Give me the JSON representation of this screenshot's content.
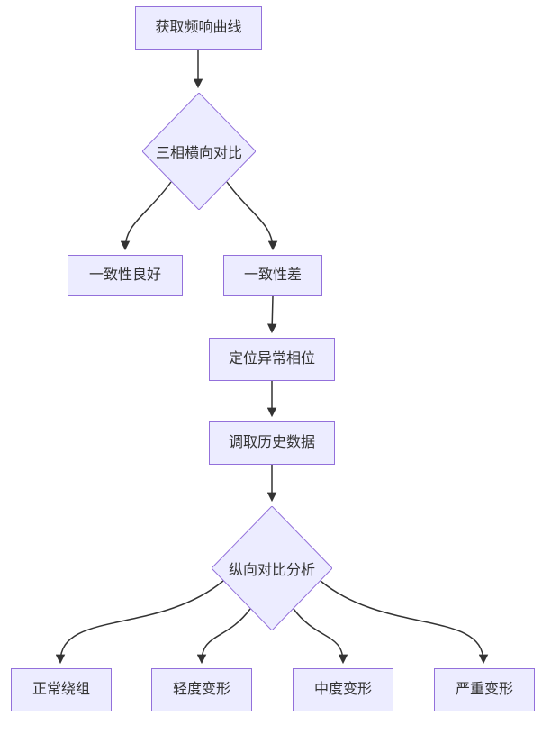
{
  "diagram": {
    "type": "flowchart",
    "direction": "top-down",
    "nodes": [
      {
        "id": "A",
        "shape": "rect",
        "label": "获取频响曲线"
      },
      {
        "id": "B",
        "shape": "diamond",
        "label": "三相横向对比"
      },
      {
        "id": "C",
        "shape": "rect",
        "label": "一致性良好"
      },
      {
        "id": "D",
        "shape": "rect",
        "label": "一致性差"
      },
      {
        "id": "E",
        "shape": "rect",
        "label": "定位异常相位"
      },
      {
        "id": "F",
        "shape": "rect",
        "label": "调取历史数据"
      },
      {
        "id": "G",
        "shape": "diamond",
        "label": "纵向对比分析"
      },
      {
        "id": "H",
        "shape": "rect",
        "label": "正常绕组"
      },
      {
        "id": "I",
        "shape": "rect",
        "label": "轻度变形"
      },
      {
        "id": "J",
        "shape": "rect",
        "label": "中度变形"
      },
      {
        "id": "K",
        "shape": "rect",
        "label": "严重变形"
      }
    ],
    "edges": [
      {
        "from": "A",
        "to": "B"
      },
      {
        "from": "B",
        "to": "C"
      },
      {
        "from": "B",
        "to": "D"
      },
      {
        "from": "D",
        "to": "E"
      },
      {
        "from": "E",
        "to": "F"
      },
      {
        "from": "F",
        "to": "G"
      },
      {
        "from": "G",
        "to": "H"
      },
      {
        "from": "G",
        "to": "I"
      },
      {
        "from": "G",
        "to": "J"
      },
      {
        "from": "G",
        "to": "K"
      }
    ],
    "colors": {
      "node_fill": "#ECECFF",
      "node_border": "#9370DB",
      "text": "#333333",
      "edge": "#333333",
      "background": "#ffffff"
    }
  }
}
